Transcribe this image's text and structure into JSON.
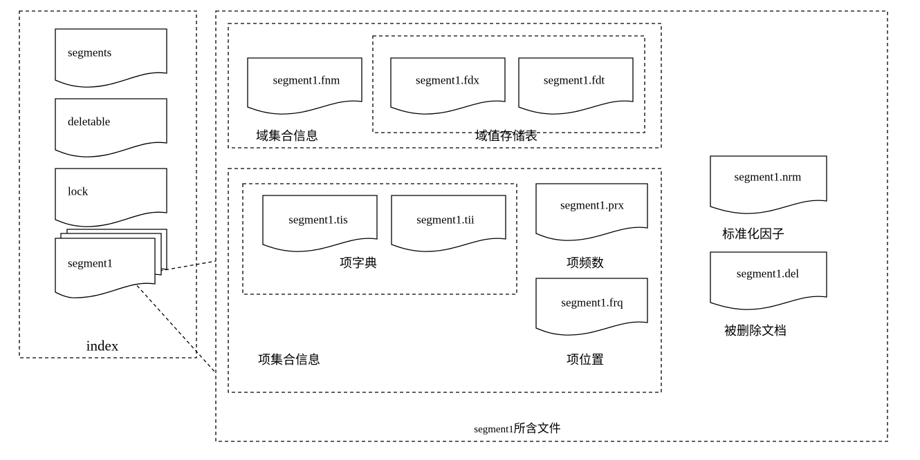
{
  "index_group": {
    "label": "index",
    "docs": [
      "segments",
      "deletable",
      "lock",
      "segment1"
    ]
  },
  "segment_group": {
    "label_prefix": "segment1",
    "label_suffix": "所含文件",
    "field_info": {
      "fnm": "segment1.fnm",
      "label": "域集合信息",
      "field_values": {
        "fdx": "segment1.fdx",
        "fdt": "segment1.fdt",
        "label": "域值存储表"
      }
    },
    "term_info": {
      "label": "项集合信息",
      "dictionary": {
        "tis": "segment1.tis",
        "tii": "segment1.tii",
        "label": "项字典"
      },
      "prx": "segment1.prx",
      "prx_label": "项频数",
      "frq": "segment1.frq",
      "frq_label": "项位置"
    },
    "nrm": "segment1.nrm",
    "nrm_label": "标准化因子",
    "del": "segment1.del",
    "del_label": "被删除文档"
  }
}
